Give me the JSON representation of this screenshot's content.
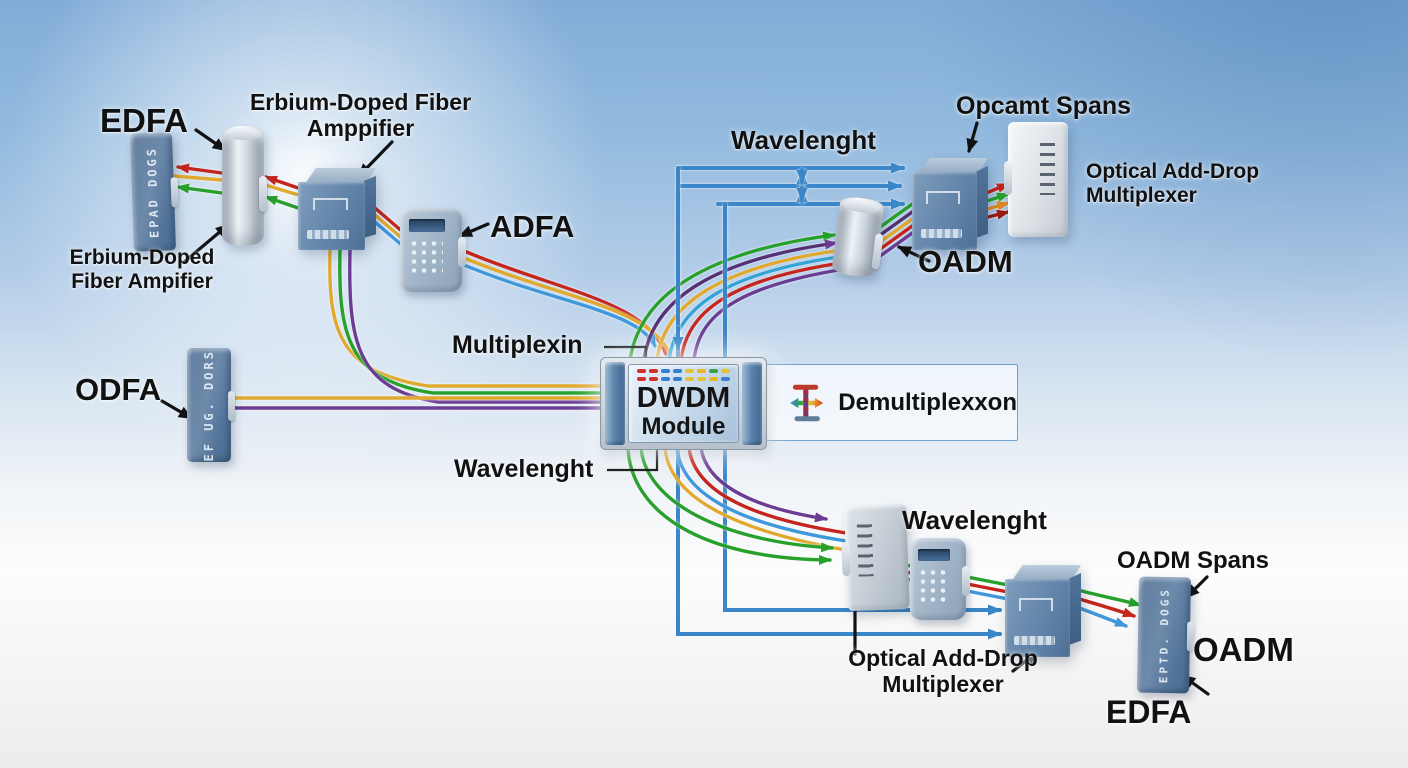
{
  "palette": {
    "wavelength_red": "#c4251d",
    "wavelength_yellow": "#e0a92e",
    "wavelength_green": "#27a02c",
    "wavelength_blue": "#3f97dc",
    "wavelength_cyan": "#35a3d6",
    "wavelength_purple": "#6a3d92",
    "signal_arrow_blue": "#3b86c8",
    "label_text": "#111111",
    "device_steel_blue": "#5f80a2",
    "sky_blue": "#8fb6dc"
  },
  "top_left": {
    "edfa_label": "EDFA",
    "erbium_top_line1": "Erbium-Doped Fiber",
    "erbium_top_line2": "Amppifier",
    "erbium_bottom_line1": "Erbium-Doped",
    "erbium_bottom_line2": "Fiber Ampifier",
    "adfa_label": "ADFA",
    "edfa_device_text": "EPAD DOGS"
  },
  "mid_left": {
    "odfa_label": "ODFA",
    "odfa_device_text": "EF UG. DORS"
  },
  "center": {
    "multiplexin_label": "Multiplexin",
    "wavelenght_label": "Wavelenght",
    "dwdm_line1": "DWDM",
    "dwdm_line2": "Module",
    "demultiplexxon_label": "Demultiplexxon",
    "indicator_rows": [
      [
        "#d22f2f",
        "#d22f2f",
        "#2f7fd2",
        "#2f7fd2",
        "#e3c23a",
        "#e9b32a",
        "#3aa34a",
        "#e3c23a"
      ],
      [
        "#d22f2f",
        "#d22f2f",
        "#2f7fd2",
        "#2f7fd2",
        "#e3c23a",
        "#e3c23a",
        "#e9b32a",
        "#3a7fd2"
      ]
    ]
  },
  "top_right": {
    "wavelenght_label": "Wavelenght",
    "opcamt_spans_label": "Opcamt Spans",
    "oadm_label": "OADM",
    "oad_line1": "Optical Add-Drop",
    "oad_line2": "Multiplexer"
  },
  "bottom_right": {
    "wavelenght_label": "Wavelenght",
    "oad_line1": "Optical Add-Drop",
    "oad_line2": "Multiplexer",
    "oadm_spans_label": "OADM Spans",
    "oadm_label": "OADM",
    "edfa_label": "EDFA",
    "edfa_device_text": "EPTD. DOGS"
  }
}
